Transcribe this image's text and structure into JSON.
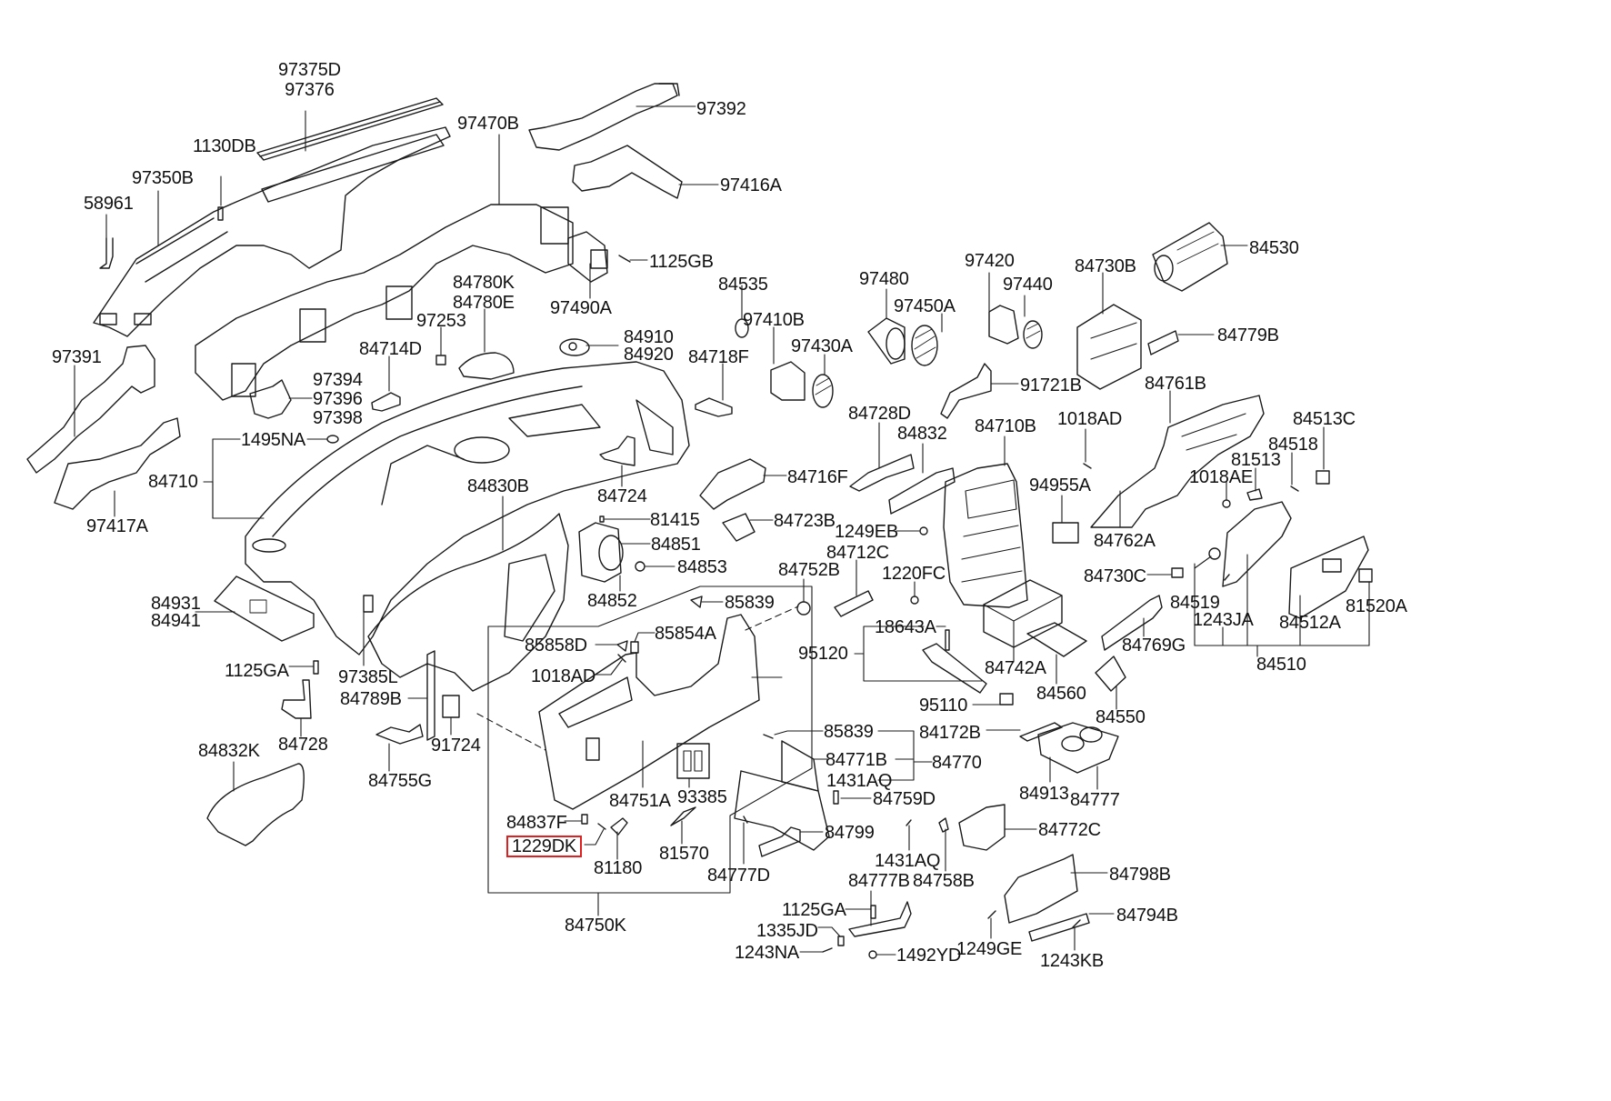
{
  "diagram": {
    "type": "exploded-parts-diagram",
    "subject": "Instrument panel / crash pad assembly",
    "highlighted_part": "1229DK",
    "highlight_color": "#e02020",
    "labels": {
      "p97375D": "97375D",
      "p97376": "97376",
      "p1130DB": "1130DB",
      "p97350B": "97350B",
      "p58961": "58961",
      "p97470B": "97470B",
      "p97392": "97392",
      "p97416A": "97416A",
      "p1125GB": "1125GB",
      "p97490A": "97490A",
      "p84535": "84535",
      "p84780K": "84780K",
      "p84780E": "84780E",
      "p97253": "97253",
      "p84910": "84910",
      "p84920": "84920",
      "p84718F": "84718F",
      "p97391": "97391",
      "p84714D": "84714D",
      "p97394": "97394",
      "p97396": "97396",
      "p97398": "97398",
      "p1495NA": "1495NA",
      "p84710": "84710",
      "p97417A": "97417A",
      "p84830B": "84830B",
      "p84724": "84724",
      "p81415": "81415",
      "p84851": "84851",
      "p84853": "84853",
      "p84852": "84852",
      "p84931": "84931",
      "p84941": "84941",
      "p1125GA_a": "1125GA",
      "p97385L": "97385L",
      "p84789B": "84789B",
      "p84728": "84728",
      "p84755G": "84755G",
      "p91724": "91724",
      "p84832K": "84832K",
      "p85839_a": "85839",
      "p85858D": "85858D",
      "p85854A": "85854A",
      "p1018AD_a": "1018AD",
      "p84837F": "84837F",
      "p1229DK": "1229DK",
      "p84751A": "84751A",
      "p81180": "81180",
      "p93385": "93385",
      "p81570": "81570",
      "p84750K": "84750K",
      "p97480": "97480",
      "p97450A": "97450A",
      "p97410B": "97410B",
      "p97430A": "97430A",
      "p97420": "97420",
      "p97440": "97440",
      "p84730B": "84730B",
      "p84530": "84530",
      "p84779B": "84779B",
      "p91721B": "91721B",
      "p84728D": "84728D",
      "p84832": "84832",
      "p84710B": "84710B",
      "p1018AD_b": "1018AD",
      "p84761B": "84761B",
      "p84513C": "84513C",
      "p84518": "84518",
      "p81513": "81513",
      "p1018AE": "1018AE",
      "p94955A": "94955A",
      "p84762A": "84762A",
      "p84716F": "84716F",
      "p84723B": "84723B",
      "p1249EB": "1249EB",
      "p84712C": "84712C",
      "p84752B": "84752B",
      "p1220FC": "1220FC",
      "p18643A": "18643A",
      "p95120": "95120",
      "p84742A": "84742A",
      "p84560": "84560",
      "p95110": "95110",
      "p84730C": "84730C",
      "p84769G": "84769G",
      "p84550": "84550",
      "p84519": "84519",
      "p1243JA": "1243JA",
      "p84512A": "84512A",
      "p81520A": "81520A",
      "p84510": "84510",
      "p85839_b": "85839",
      "p84771B": "84771B",
      "p1431AQ_a": "1431AQ",
      "p84770": "84770",
      "p84172B": "84172B",
      "p84913": "84913",
      "p84777": "84777",
      "p84759D": "84759D",
      "p84799": "84799",
      "p84777D": "84777D",
      "p1431AQ_b": "1431AQ",
      "p84758B": "84758B",
      "p84772C": "84772C",
      "p84777B": "84777B",
      "p1125GA_b": "1125GA",
      "p1335JD": "1335JD",
      "p1243NA": "1243NA",
      "p1492YD": "1492YD",
      "p1249GE": "1249GE",
      "p84798B": "84798B",
      "p84794B": "84794B",
      "p1243KB": "1243KB"
    }
  }
}
